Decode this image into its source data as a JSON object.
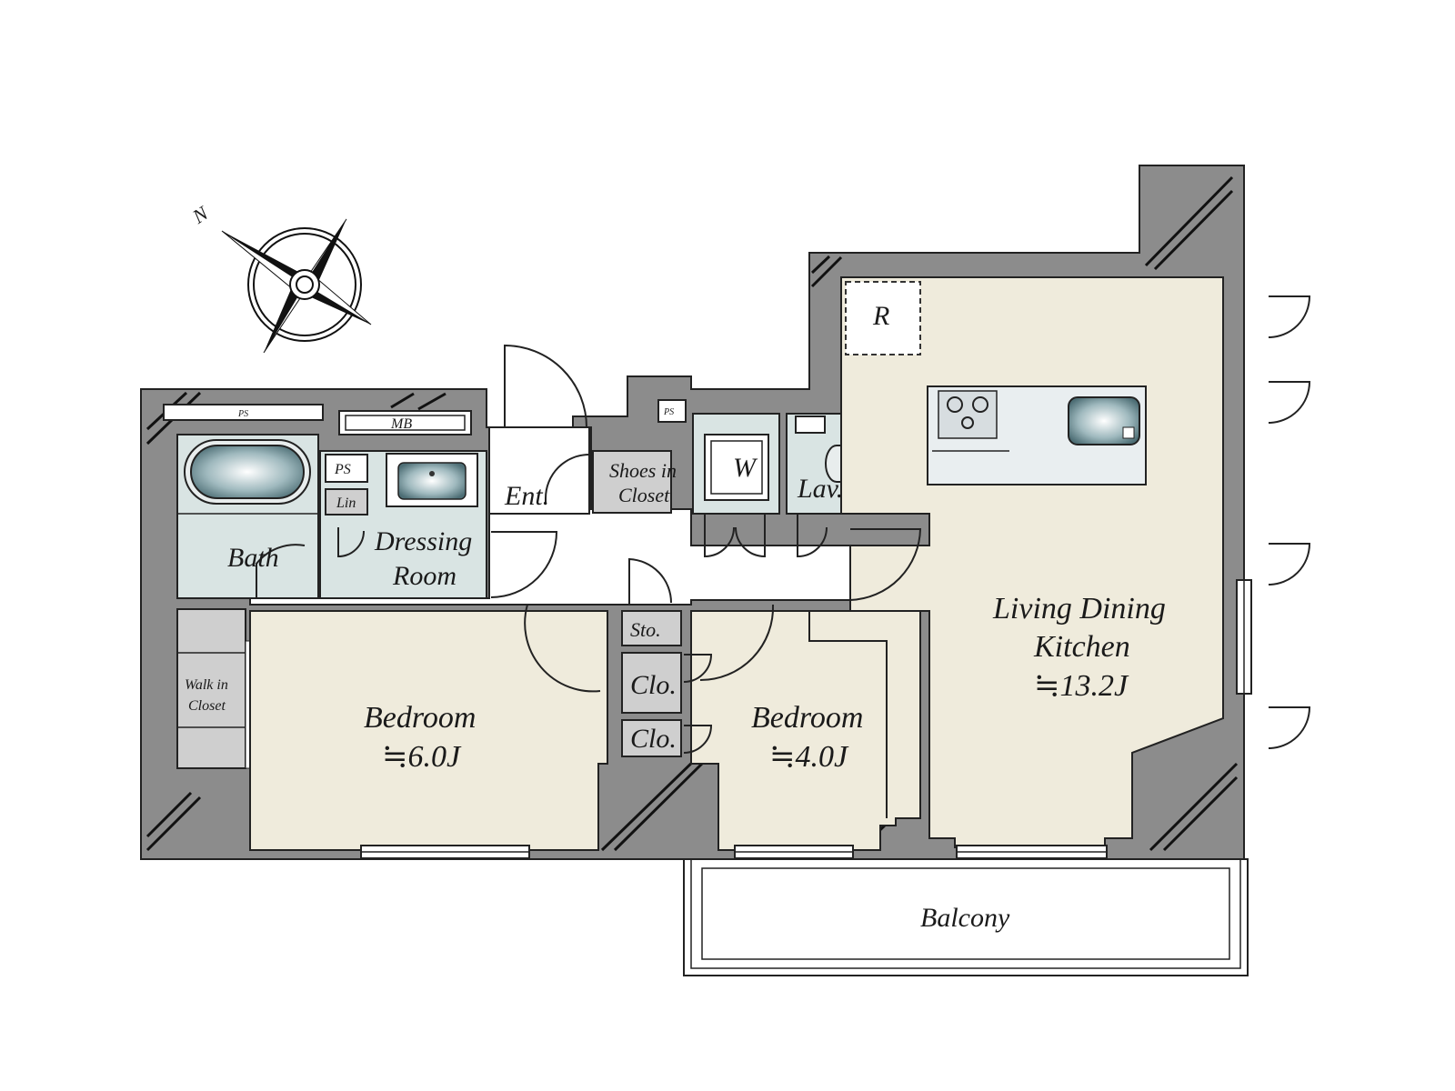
{
  "compass": {
    "north_label": "N"
  },
  "rooms": {
    "bath": "Bath",
    "dressing_room_line1": "Dressing",
    "dressing_room_line2": "Room",
    "entrance": "Ent.",
    "shoes_closet_line1": "Shoes in",
    "shoes_closet_line2": "Closet",
    "washer": "W",
    "lavatory": "Lav.",
    "refrigerator": "R",
    "ldk_line1": "Living Dining",
    "ldk_line2": "Kitchen",
    "ldk_size": "≒13.2J",
    "walk_in_closet_line1": "Walk in",
    "walk_in_closet_line2": "Closet",
    "bedroom1_name": "Bedroom",
    "bedroom1_size": "≒6.0J",
    "bedroom2_name": "Bedroom",
    "bedroom2_size": "≒4.0J",
    "storage": "Sto.",
    "closet_a": "Clo.",
    "closet_b": "Clo.",
    "balcony": "Balcony",
    "pipe_space_bath": "PS",
    "pipe_space_dressing": "PS",
    "pipe_space_hall": "PS",
    "meter_box": "MB",
    "linen": "Lin"
  }
}
